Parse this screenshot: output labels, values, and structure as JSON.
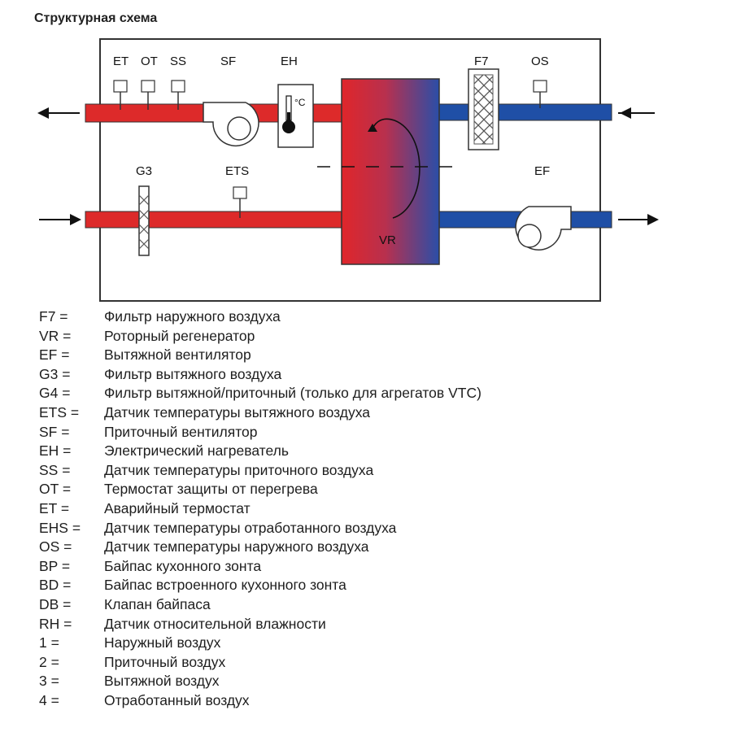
{
  "title": "Структурная схема",
  "labels": {
    "et": "ET",
    "ot": "OT",
    "ss": "SS",
    "sf": "SF",
    "eh": "EH",
    "f7": "F7",
    "os": "OS",
    "g3": "G3",
    "ets": "ETS",
    "ef": "EF",
    "vr": "VR",
    "deg": "°C"
  },
  "colors": {
    "supply": "#dd2a2a",
    "exhaust": "#1f4fa6",
    "outline": "#333333"
  },
  "legend": [
    {
      "code": "F7 =",
      "desc": "Фильтр наружного воздуха"
    },
    {
      "code": "VR =",
      "desc": "Роторный регенератор"
    },
    {
      "code": "EF =",
      "desc": "Вытяжной вентилятор"
    },
    {
      "code": "G3 =",
      "desc": "Фильтр вытяжного воздуха"
    },
    {
      "code": "G4 =",
      "desc": "Фильтр вытяжной/приточный (только для агрегатов VTC)"
    },
    {
      "code": "ETS =",
      "desc": "Датчик температуры вытяжного воздуха"
    },
    {
      "code": "SF =",
      "desc": "Приточный вентилятор"
    },
    {
      "code": "EH =",
      "desc": "Электрический нагреватель"
    },
    {
      "code": "SS =",
      "desc": "Датчик температуры приточного воздуха"
    },
    {
      "code": "OT =",
      "desc": "Термостат защиты от перегрева"
    },
    {
      "code": "ET =",
      "desc": "Аварийный термостат"
    },
    {
      "code": "EHS =",
      "desc": "Датчик температуры отработанного воздуха"
    },
    {
      "code": "OS =",
      "desc": "Датчик температуры наружного воздуха"
    },
    {
      "code": "BP =",
      "desc": "Байпас кухонного зонта"
    },
    {
      "code": "BD =",
      "desc": "Байпас встроенного кухонного зонта"
    },
    {
      "code": "DB =",
      "desc": "Клапан байпаса"
    },
    {
      "code": "RH =",
      "desc": "Датчик относительной влажности"
    },
    {
      "code": "1 =",
      "desc": "Наружный воздух"
    },
    {
      "code": "2 =",
      "desc": "Приточный воздух"
    },
    {
      "code": "3 =",
      "desc": "Вытяжной воздух"
    },
    {
      "code": "4 =",
      "desc": "Отработанный воздух"
    }
  ]
}
